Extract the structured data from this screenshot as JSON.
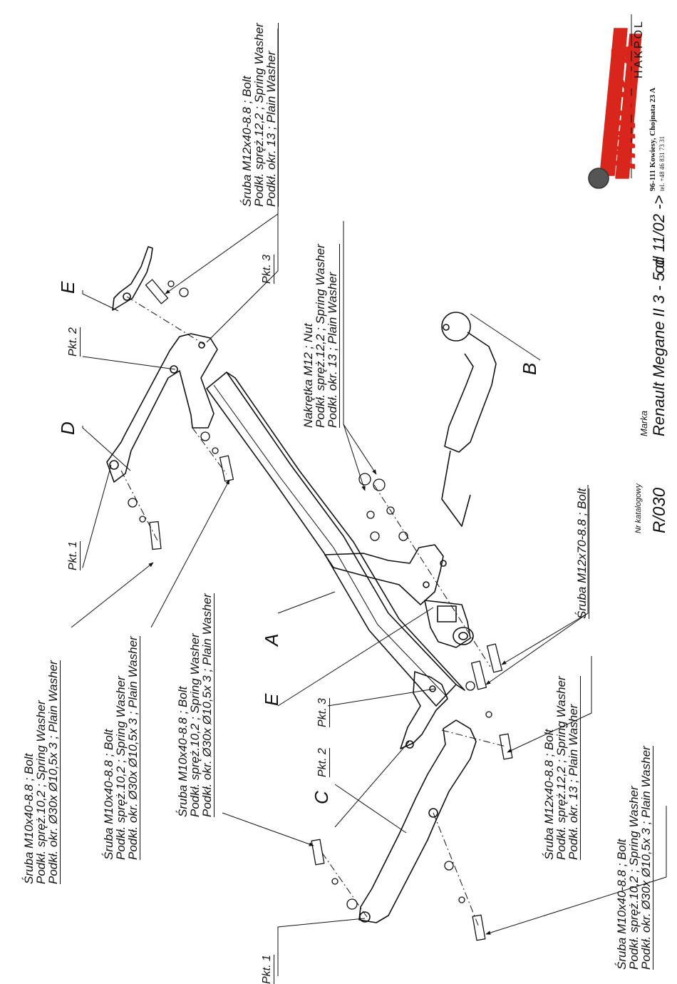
{
  "brand": {
    "logo_text": "IMIOŁA",
    "sub_text": "HAKPOL",
    "address": "96-111 Kowiesy, Chojnata 23 A",
    "phone": "tel. +48 46 831 73 31",
    "accent_color": "#d9261c"
  },
  "title_block": {
    "catalog_label": "Nr katalogowy",
    "catalog_value": "R/030",
    "make_label": "Marka",
    "make_value": "Renault Megane II 3 - 5 d",
    "date_value": "od 11/02 ->"
  },
  "parts": {
    "a": "A",
    "b": "B",
    "c": "C",
    "d": "D",
    "e1": "E",
    "e2": "E"
  },
  "points": {
    "d_pkt1": "Pkt. 1",
    "d_pkt2": "Pkt. 2",
    "d_pkt3": "Pkt. 3",
    "c_pkt1": "Pkt. 1",
    "c_pkt2": "Pkt. 2",
    "c_pkt3": "Pkt. 3"
  },
  "notes": {
    "top_right": [
      "Śruba M12x40-8.8 ; Bolt",
      "Podkł. spręż.12,2 ; Spring Washer",
      "Podkł. okr. 13 ; Plain Washer"
    ],
    "nut": [
      "Nakrętka  M12 ; Nut",
      "Podkł. spręż.12,2 ; Spring Washer",
      "Podkł. okr. 13 ; Plain Washer"
    ],
    "bolt70": [
      "Śruba M12x70-8.8 ;  Bolt"
    ],
    "left1": [
      "Śruba M10x40-8.8 ;  Bolt",
      "Podkł. spręż.10,2 ; Spring Washer",
      "Podkł. okr.  Ø30x Ø10,5x 3 ; Plain Washer"
    ],
    "left2": [
      "Śruba M10x40-8.8 ;  Bolt",
      "Podkł. spręż.10,2 ; Spring Washer",
      "Podkł. okr.  Ø30x Ø10,5x 3 ; Plain Washer"
    ],
    "mid": [
      "Śruba M10x40-8.8 ;  Bolt",
      "Podkł. spręż.10,2 ; Spring Washer",
      "Podkł. okr.  Ø30x Ø10,5x 3 ; Plain Washer"
    ],
    "bottom_m12": [
      "Śruba M12x40-8.8 ;  Bolt",
      "Podkł. spręż.12,2 ; Spring Washer",
      "Podkł. okr. 13 ; Plain Washer"
    ],
    "bottom_m10": [
      "Śruba M10x40-8.8 ;  Bolt",
      "Podkł. spręż.10,2 ; Spring Washer",
      "Podkł. okr.  Ø30x Ø10,5x 3 ; Plain Washer"
    ]
  }
}
